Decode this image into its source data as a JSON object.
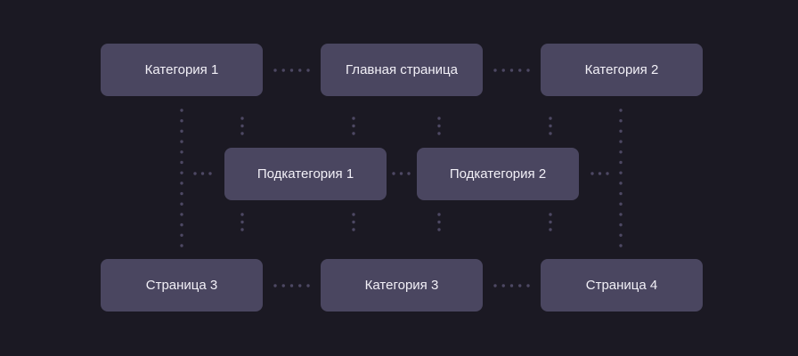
{
  "nodes": {
    "category1": "Категория 1",
    "home": "Главная страница",
    "category2": "Категория 2",
    "subcategory1": "Подкатегория 1",
    "subcategory2": "Подкатегория 2",
    "page3": "Страница 3",
    "category3": "Категория 3",
    "page4": "Страница 4"
  },
  "colors": {
    "background": "#1b1923",
    "node": "#4a4660",
    "connector": "#4d4863"
  }
}
